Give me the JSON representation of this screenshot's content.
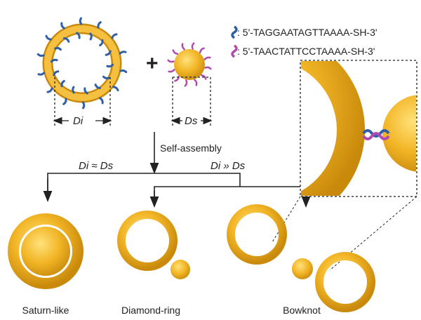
{
  "legend": {
    "strand_a": ": 5'-TAGGAATAGTTAAAA-SH-3'",
    "strand_b": ": 5'-TAACTATTCCTAAAA-SH-3'"
  },
  "labels": {
    "plus": "+",
    "di": "Di",
    "ds": "Ds",
    "self_assembly": "Self-assembly",
    "cond_equal": "Di ≈ Ds",
    "cond_much": "Di » Ds"
  },
  "products": [
    "Saturn-like",
    "Diamond-ring",
    "Bowknot"
  ],
  "colors": {
    "gold": "#f2b526",
    "gold_dark": "#c98a0c",
    "blue_dna": "#2f5fa8",
    "pink_dna": "#b04bb0"
  }
}
